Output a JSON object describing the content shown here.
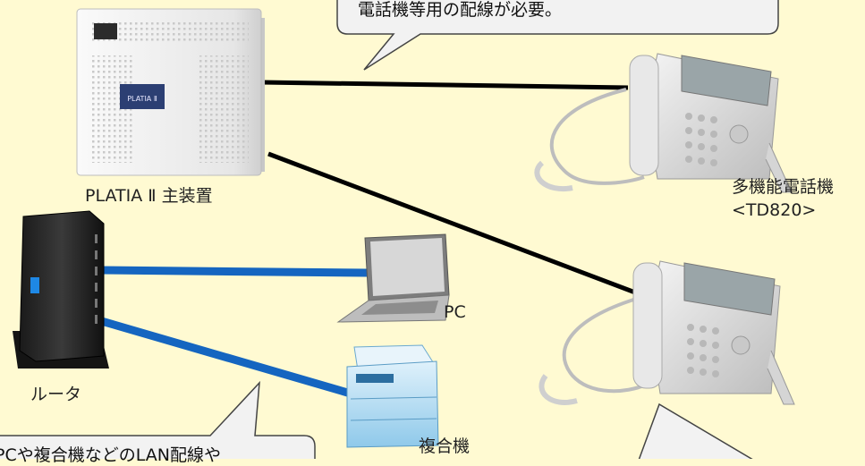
{
  "callout_top": {
    "text": "電話機等用の配線が必要。"
  },
  "callout_bottom": {
    "text": "PCや複合機などのLAN配線や"
  },
  "devices": {
    "main_unit": {
      "label": "PLATIA Ⅱ 主装置",
      "badge": "PLATIA Ⅱ"
    },
    "phone_1": {
      "label_line1": "多機能電話機",
      "label_line2": "<TD820>"
    },
    "router": {
      "label": "ルータ"
    },
    "pc": {
      "label": "PC"
    },
    "mfp": {
      "label": "複合機"
    }
  },
  "colors": {
    "background": "#fffad2",
    "phone_line": "#000000",
    "lan_line": "#1565c0",
    "callout_fill": "#f2f2f2",
    "callout_stroke": "#444444"
  }
}
